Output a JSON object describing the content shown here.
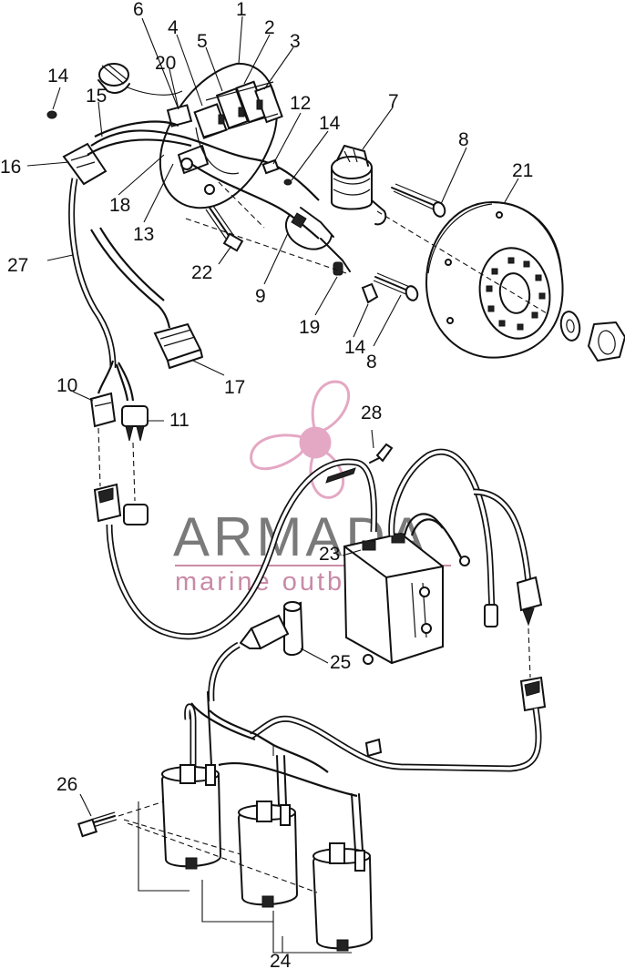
{
  "watermark": {
    "brand": "ARMADA",
    "tagline": "marine outboards",
    "logo_color": "#e4a8c4",
    "brand_color": "#7a7a7a",
    "tagline_color": "#c98aa7"
  },
  "callouts": {
    "c1": "1",
    "c2": "2",
    "c3": "3",
    "c4": "4",
    "c5": "5",
    "c6": "6",
    "c7": "7",
    "c8a": "8",
    "c8b": "8",
    "c9": "9",
    "c10": "10",
    "c11": "11",
    "c12": "12",
    "c13": "13",
    "c14a": "14",
    "c14b": "14",
    "c14c": "14",
    "c15": "15",
    "c16": "16",
    "c17": "17",
    "c18": "18",
    "c19": "19",
    "c20": "20",
    "c21": "21",
    "c22": "22",
    "c23": "23",
    "c24": "24",
    "c25": "25",
    "c26": "26",
    "c27": "27",
    "c28": "28"
  }
}
